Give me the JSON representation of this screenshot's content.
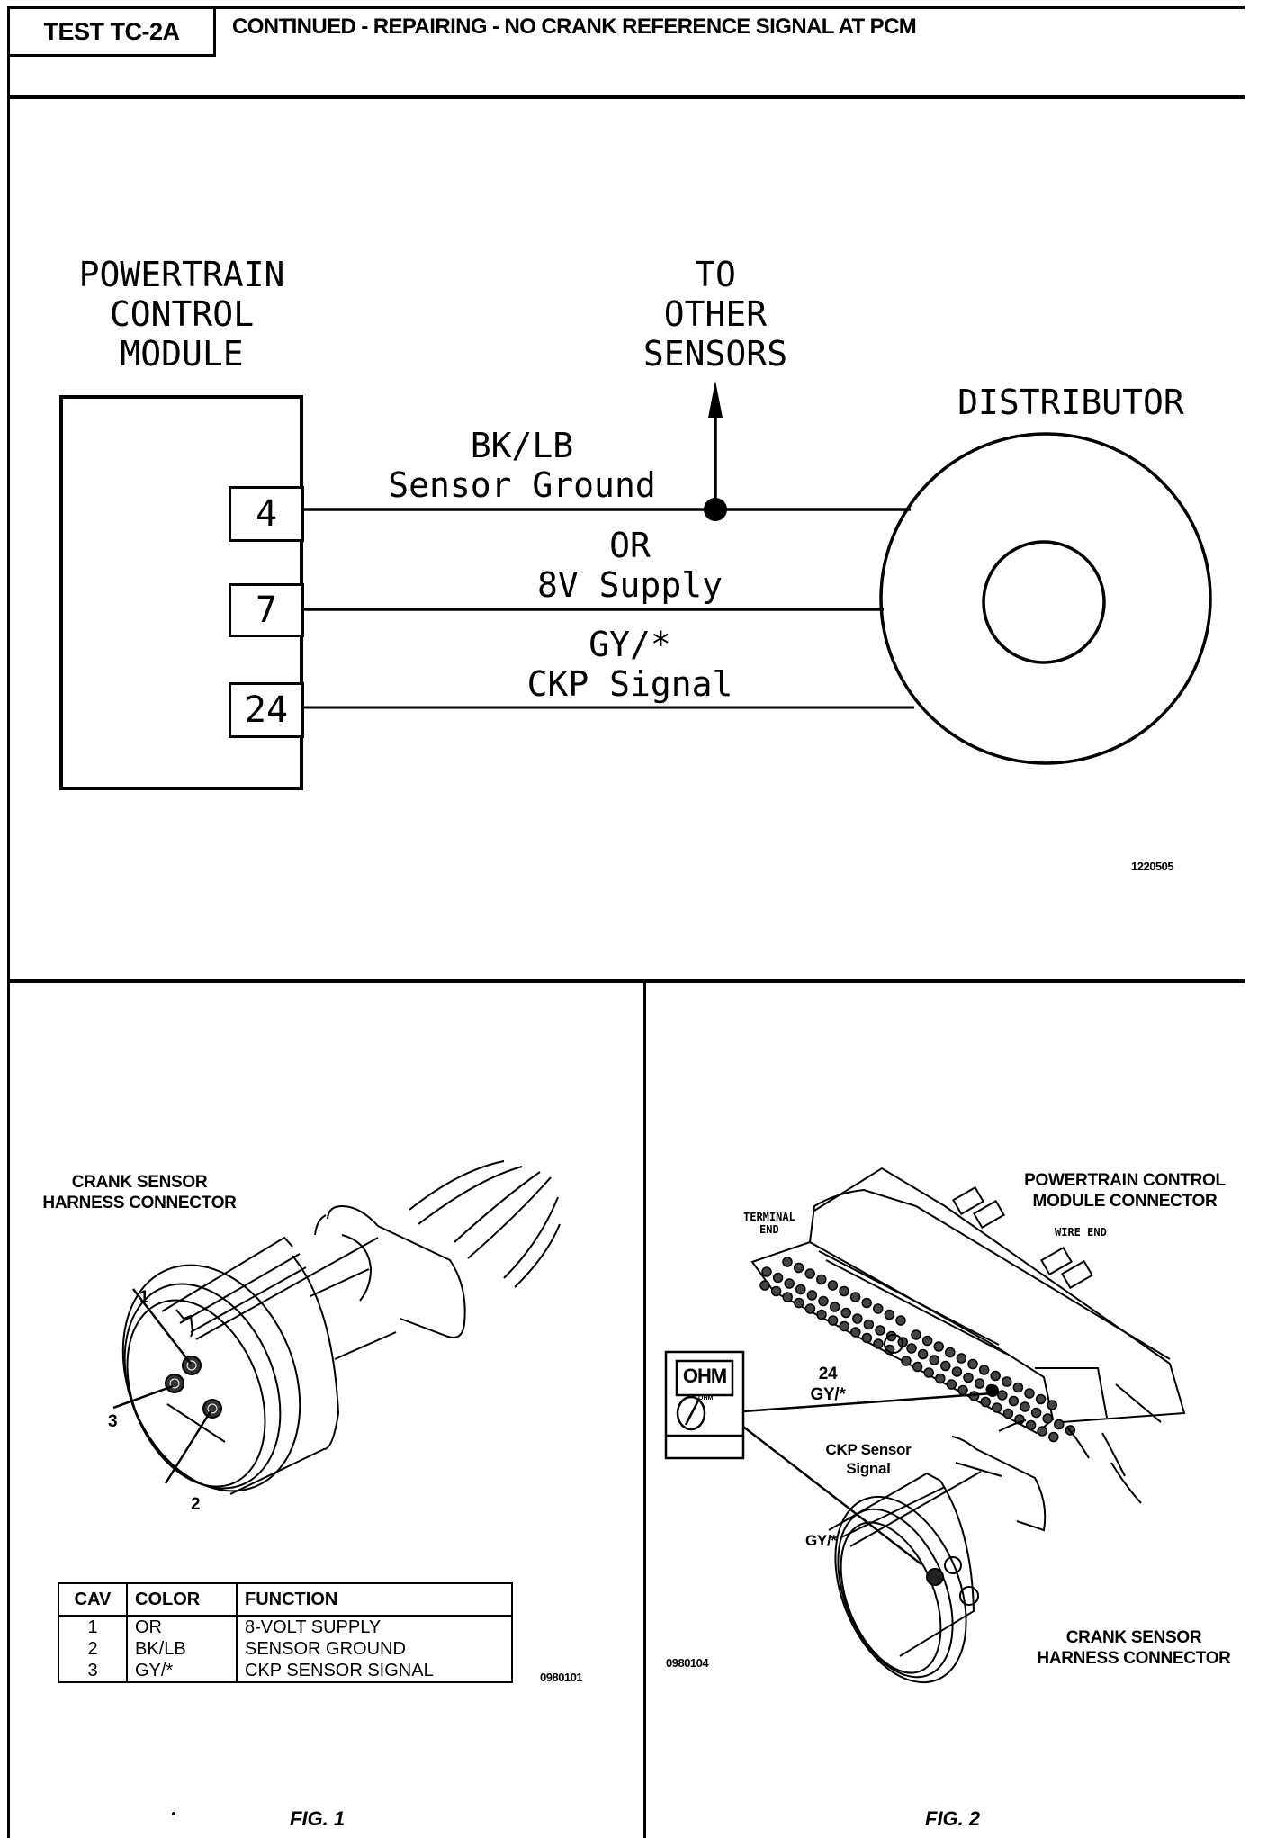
{
  "header": {
    "test_id": "TEST TC-2A",
    "title": "CONTINUED -  REPAIRING - NO CRANK REFERENCE SIGNAL AT PCM"
  },
  "schematic": {
    "pcm_label": [
      "POWERTRAIN",
      "CONTROL",
      "MODULE"
    ],
    "distributor_label": "DISTRIBUTOR",
    "other_sensors_label": [
      "TO",
      "OTHER",
      "SENSORS"
    ],
    "circuits": [
      {
        "pin": "4",
        "wire_color": "BK/LB",
        "function": "Sensor Ground"
      },
      {
        "pin": "7",
        "wire_color": "OR",
        "function": "8V Supply"
      },
      {
        "pin": "24",
        "wire_color": "GY/*",
        "function": "CKP Signal"
      }
    ],
    "figure_code": "1220505"
  },
  "fig1": {
    "title": [
      "CRANK SENSOR",
      "HARNESS CONNECTOR"
    ],
    "callouts": [
      "1",
      "2",
      "3"
    ],
    "table": {
      "headers": [
        "CAV",
        "COLOR",
        "FUNCTION"
      ],
      "rows": [
        [
          "1",
          "OR",
          "8-VOLT SUPPLY"
        ],
        [
          "2",
          "BK/LB",
          "SENSOR GROUND"
        ],
        [
          "3",
          "GY/*",
          "CKP SENSOR SIGNAL"
        ]
      ]
    },
    "figure_code": "0980101",
    "caption": "FIG. 1"
  },
  "fig2": {
    "pcm_connector_label": [
      "POWERTRAIN CONTROL",
      "MODULE CONNECTOR"
    ],
    "terminal_end_label": [
      "TERMINAL",
      "END"
    ],
    "wire_end_label": "WIRE  END",
    "meter_display": "OHM",
    "meter_dial_label": "OHM",
    "pin_label": [
      "24",
      "GY/*"
    ],
    "signal_label": [
      "CKP Sensor",
      "Signal"
    ],
    "sensor_wire_label": "GY/*",
    "crank_connector_label": [
      "CRANK SENSOR",
      "HARNESS CONNECTOR"
    ],
    "figure_code": "0980104",
    "caption": "FIG. 2"
  }
}
